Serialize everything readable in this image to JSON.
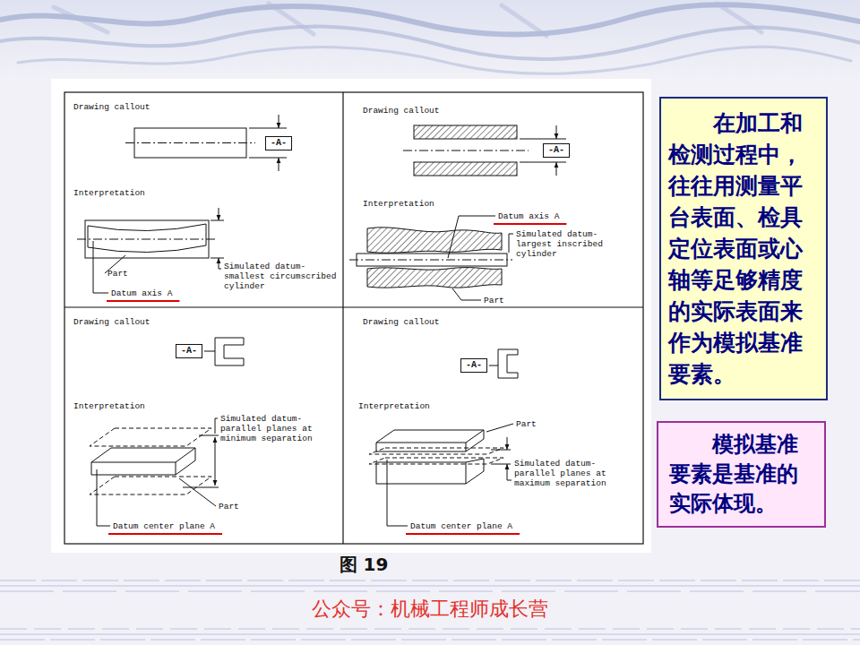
{
  "diagram": {
    "caption": "图 19",
    "nodes": [
      {
        "text": [
          "-A-"
        ]
      },
      {
        "text": [
          "-A-"
        ]
      },
      {
        "text": [
          "-A-"
        ]
      },
      {
        "text": [
          "-A-"
        ]
      },
      {
        "text": [
          "在加工和检测过程中，往往用测量平台表面、检具定位表面或心轴等足够精度的实际表面来作为模拟基准要素。"
        ]
      },
      {
        "text": [
          "模拟基准要素是基准的实际体现。"
        ]
      }
    ],
    "labels": [
      "Drawing callout",
      "Interpretation",
      "Part",
      "Datum axis A",
      "Simulated datum- smallest circumscribed cylinder",
      "Drawing callout",
      "Interpretation",
      "Datum axis A",
      "Simulated datum- largest inscribed cylinder",
      "Part",
      "Drawing callout",
      "Interpretation",
      "Simulated datum- parallel planes at minimum separation",
      "Part",
      "Datum center plane A",
      "Drawing callout",
      "Interpretation",
      "Part",
      "Simulated datum- parallel planes at maximum separation",
      "Datum center plane A",
      "公众号：机械工程师成长营"
    ]
  }
}
